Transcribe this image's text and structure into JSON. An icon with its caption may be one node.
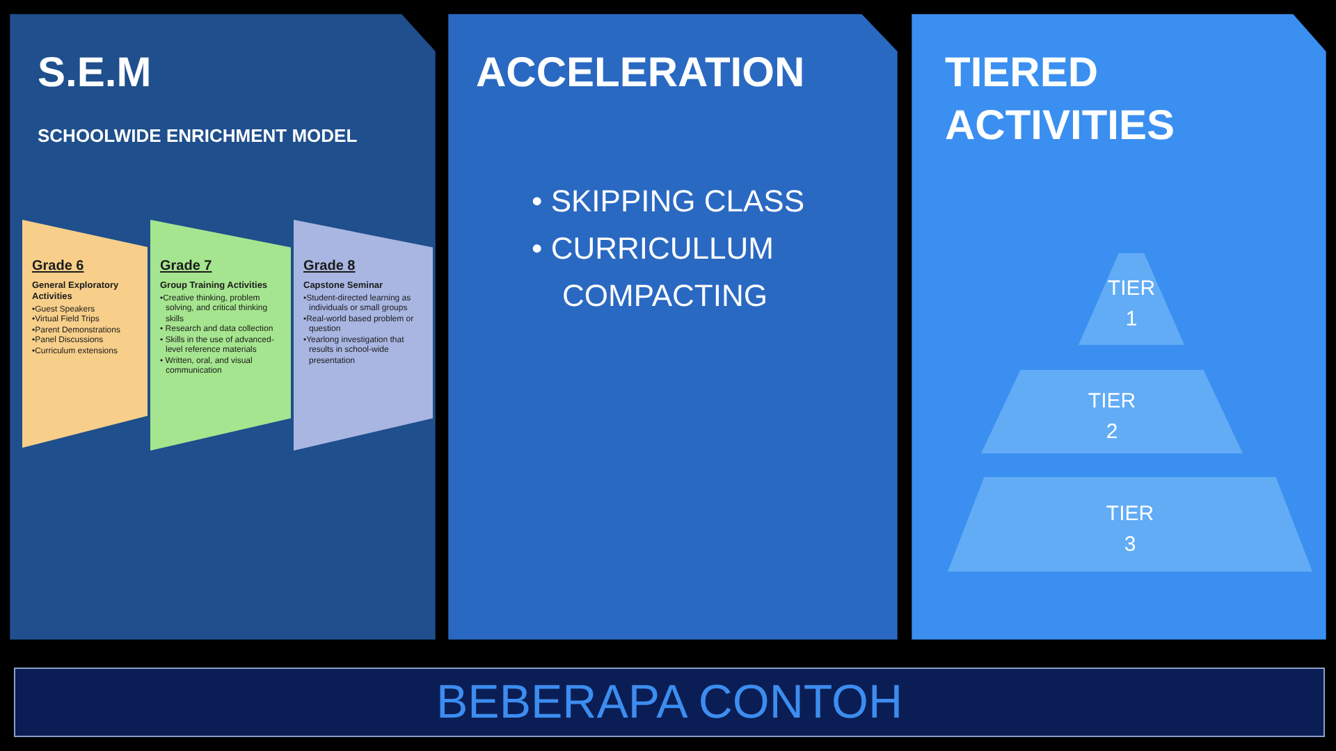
{
  "diagram": {
    "nodes": [
      {
        "text": [
          "S.E.M",
          "SCHOOLWIDE ENRICHMENT MODEL"
        ]
      },
      {
        "text": [
          "Grade 6",
          "General Exploratory Activities",
          "•Guest Speakers",
          "•Virtual Field Trips",
          "•Parent Demonstrations",
          "•Panel Discussions",
          "•Curriculum extensions"
        ],
        "in": 0
      },
      {
        "text": [
          "Grade 7",
          "Group Training Activities",
          "•Creative thinking, problem solving, and critical thinking skills",
          "• Research and data collection",
          "• Skills in the use of advanced-level reference materials",
          "• Written, oral, and visual communication"
        ],
        "in": 0
      },
      {
        "text": [
          "Grade 8",
          "Capstone Seminar",
          "•Student-directed learning as individuals or small groups",
          "•Real-world based problem or question",
          "•Yearlong investigation that results in school-wide presentation"
        ],
        "in": 0
      },
      {
        "text": [
          "ACCELERATION",
          "• SKIPPING CLASS",
          "• CURRICULLUM COMPACTING"
        ]
      },
      {
        "text": [
          "TIERED ACTIVITIES"
        ]
      },
      {
        "text": [
          "TIER 1"
        ],
        "in": 5
      },
      {
        "text": [
          "TIER 2"
        ],
        "in": 5
      },
      {
        "text": [
          "TIER 3"
        ],
        "in": 5
      },
      {
        "text": [
          "BEBERAPA CONTOH"
        ]
      }
    ]
  }
}
